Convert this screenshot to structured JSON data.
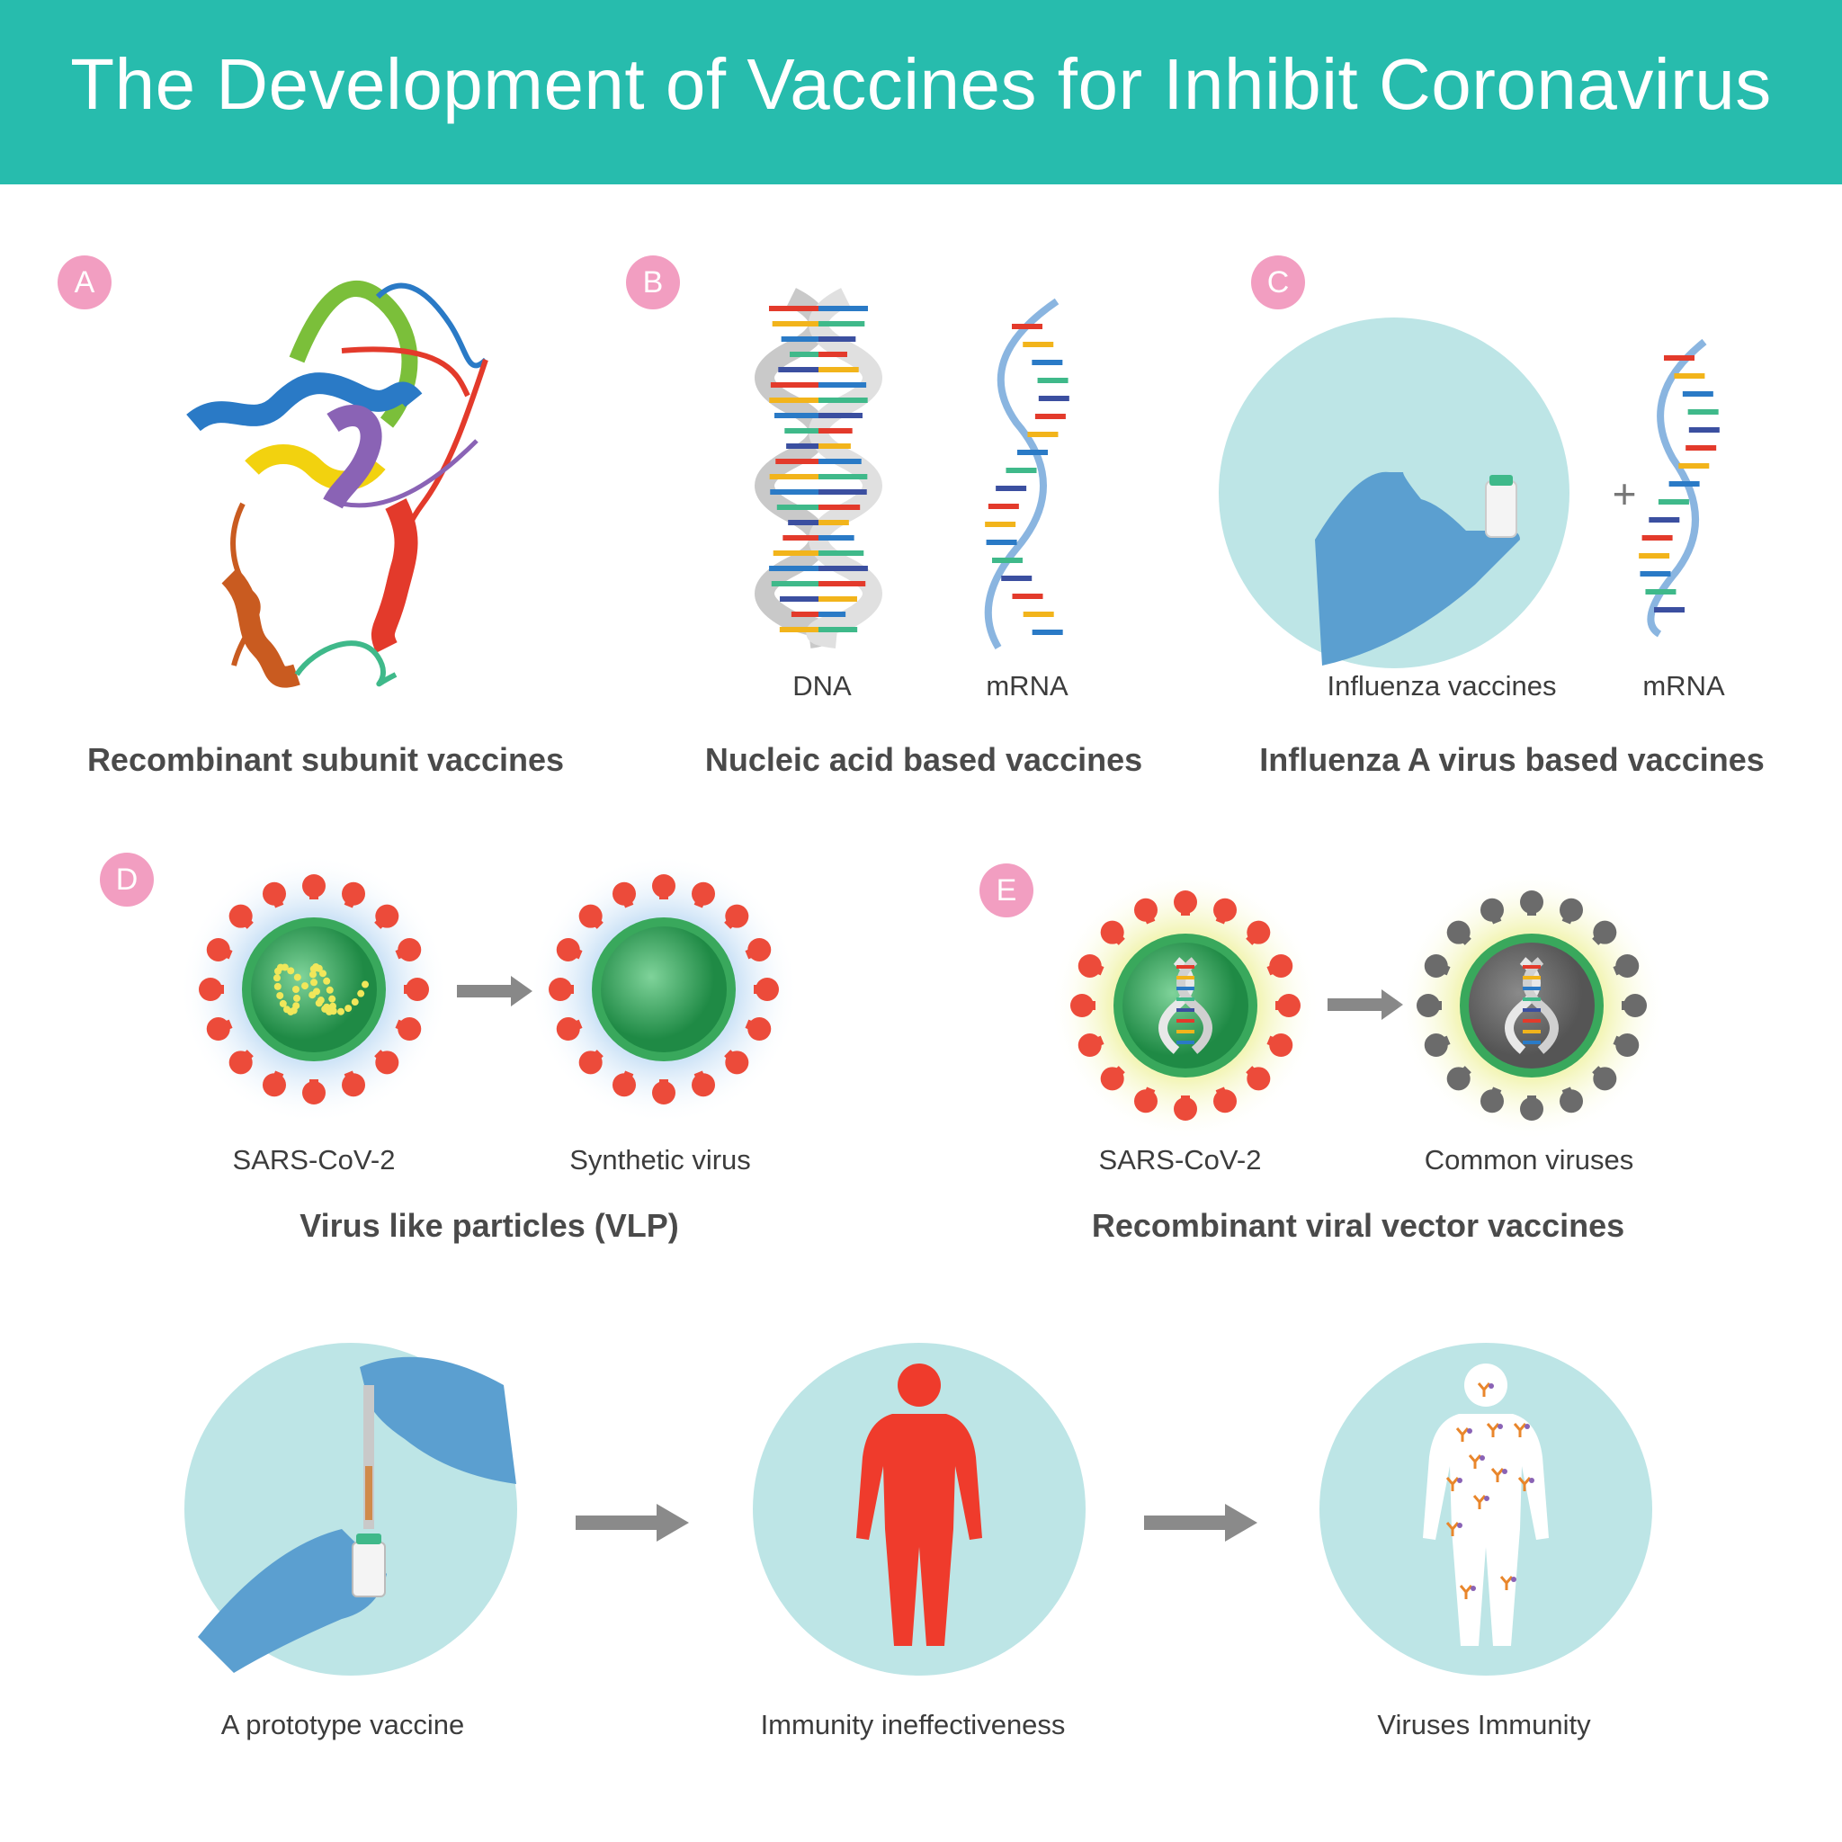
{
  "title": "The Development of Vaccines for Inhibit Coronavirus",
  "colors": {
    "header": "#27bcad",
    "badge": "#f29ec1",
    "circle_bg": "#bde5e6",
    "glove": "#5b9fd0",
    "virus_spike": "#ec4b3a",
    "virus_body": "#2f9e55",
    "body_red": "#ef3b2c"
  },
  "sections": {
    "a": {
      "badge": "A",
      "heading": "Recombinant subunit vaccines"
    },
    "b": {
      "badge": "B",
      "heading": "Nucleic acid based vaccines",
      "labels": [
        "DNA",
        "mRNA"
      ]
    },
    "c": {
      "badge": "C",
      "heading": "Influenza A virus based vaccines",
      "labels": [
        "Influenza vaccines",
        "mRNA"
      ],
      "operator": "+"
    },
    "d": {
      "badge": "D",
      "heading": "Virus like particles (VLP)",
      "labels": [
        "SARS-CoV-2",
        "Synthetic virus"
      ]
    },
    "e": {
      "badge": "E",
      "heading": "Recombinant viral vector vaccines",
      "labels": [
        "SARS-CoV-2",
        "Common viruses"
      ]
    }
  },
  "process": {
    "steps": [
      "A prototype vaccine",
      "Immunity ineffectiveness",
      "Viruses Immunity"
    ]
  },
  "icons": [
    "protein-structure-icon",
    "dna-helix-icon",
    "mrna-strand-icon",
    "gloved-hand-vial-icon",
    "virus-icon",
    "syringe-icon",
    "human-body-icon",
    "arrow-right-icon"
  ]
}
